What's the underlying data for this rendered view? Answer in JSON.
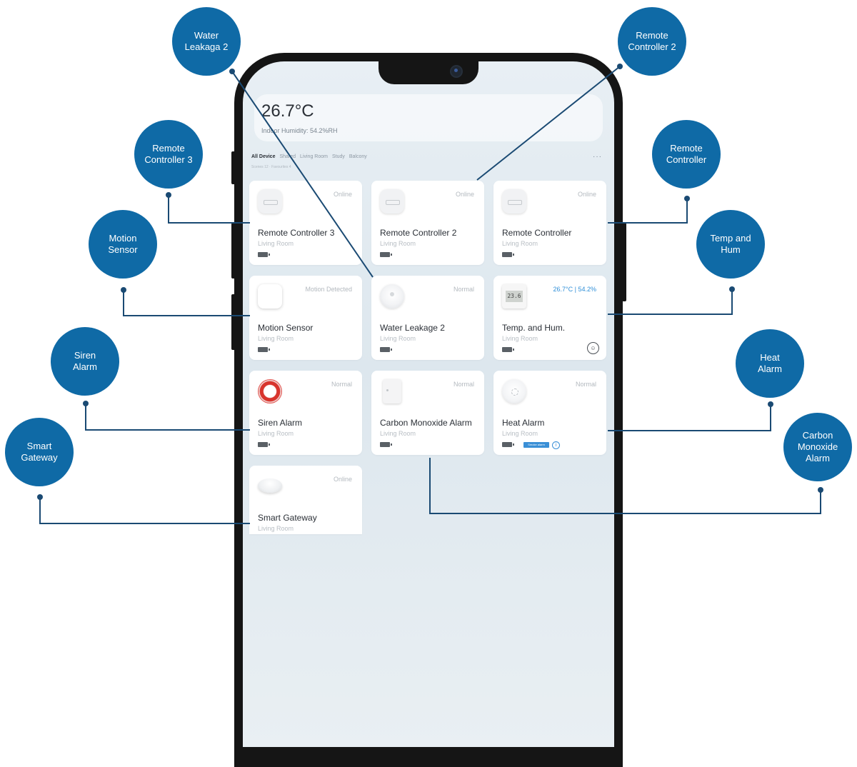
{
  "header": {
    "temperature": "26.7°C",
    "humidity": "Indoor Humidity: 54.2%RH"
  },
  "tabs": [
    {
      "label": "All Device"
    },
    {
      "label": "Shared"
    },
    {
      "label": "Living Room"
    },
    {
      "label": "Study"
    },
    {
      "label": "Balcony"
    }
  ],
  "subtabs": "Scenes 12 · Favourites 4",
  "more_label": "···",
  "devices": [
    {
      "name": "Remote Controller 3",
      "room": "Living Room",
      "status": "Online",
      "icon": "remote-control-icon"
    },
    {
      "name": "Remote Controller 2",
      "room": "Living Room",
      "status": "Online",
      "icon": "remote-control-icon"
    },
    {
      "name": "Remote Controller",
      "room": "Living Room",
      "status": "Online",
      "icon": "remote-control-icon"
    },
    {
      "name": "Motion Sensor",
      "room": "Living Room",
      "status": "Motion Detected",
      "icon": "motion-sensor-icon"
    },
    {
      "name": "Water Leakage 2",
      "room": "Living Room",
      "status": "Normal",
      "icon": "water-leak-sensor-icon"
    },
    {
      "name": "Temp. and Hum.",
      "room": "Living Room",
      "status": "26.7°C | 54.2%",
      "icon": "thermometer-icon",
      "display": "23.6",
      "status_color": "#2f8fd8"
    },
    {
      "name": "Siren Alarm",
      "room": "Living Room",
      "status": "Normal",
      "icon": "siren-icon"
    },
    {
      "name": "Carbon Monoxide Alarm",
      "room": "Living Room",
      "status": "Normal",
      "icon": "co-alarm-icon"
    },
    {
      "name": "Heat Alarm",
      "room": "Living Room",
      "status": "Normal",
      "icon": "heat-alarm-icon",
      "chip": "Smoke alarm"
    },
    {
      "name": "Smart Gateway",
      "room": "Living Room",
      "status": "Online",
      "icon": "gateway-icon"
    }
  ],
  "callouts": [
    {
      "label": "Water\nLeakaga 2"
    },
    {
      "label": "Remote\nController 2"
    },
    {
      "label": "Remote\nController 3"
    },
    {
      "label": "Remote\nController"
    },
    {
      "label": "Motion\nSensor"
    },
    {
      "label": "Temp and\nHum"
    },
    {
      "label": "Siren\nAlarm"
    },
    {
      "label": "Heat\nAlarm"
    },
    {
      "label": "Smart\nGateway"
    },
    {
      "label": "Carbon\nMonoxide\nAlarm"
    }
  ],
  "colors": {
    "callout_fill": "#0f6aa6",
    "connector_line": "#1a4a73",
    "accent_blue": "#2f8fd8"
  }
}
